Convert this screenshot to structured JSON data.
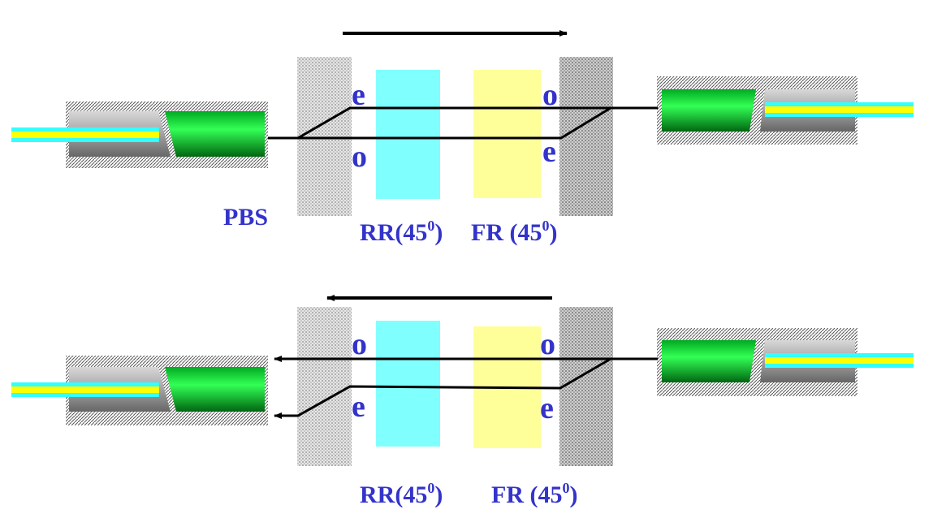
{
  "labels": {
    "pbs": "PBS",
    "top_rr": "RR(45",
    "top_fr": "FR (45",
    "bottom_rr": "RR(45",
    "bottom_fr": "FR (45",
    "sup": "0",
    "close_paren": ")",
    "e": "e",
    "o": "o"
  },
  "colors": {
    "text": "#3333cc",
    "rotator": "#80ffff",
    "faraday": "#ffff99",
    "lens": "#00cc33",
    "fiber_core": "#ffff00",
    "fiber_clad": "#33ffff",
    "beam": "#000000"
  }
}
